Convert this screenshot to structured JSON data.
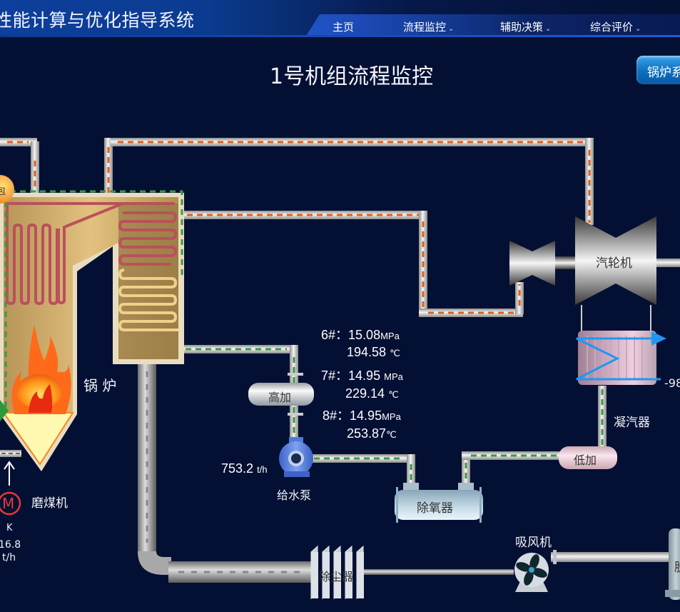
{
  "header": {
    "app_title": "性能计算与优化指导系统",
    "nav": [
      {
        "label": "主页",
        "has_dropdown": false,
        "active": true
      },
      {
        "label": "流程监控",
        "has_dropdown": true
      },
      {
        "label": "辅助决策",
        "has_dropdown": true
      },
      {
        "label": "综合评价",
        "has_dropdown": true
      }
    ],
    "dropdown_glyph": "⌄"
  },
  "page": {
    "title": "1号机组流程监控",
    "system_button": "锅炉系"
  },
  "equipment": {
    "drum": "包",
    "boiler": "锅 炉",
    "turbine": "汽轮机",
    "condenser": "凝汽器",
    "hp_heater": "高加",
    "lp_heater": "低加",
    "deaerator": "除氧器",
    "feed_pump": "给水泵",
    "dust_collector": "除尘器",
    "id_fan": "吸风机",
    "desulfur_tower": "脱",
    "coal_mill": "磨煤机",
    "motor_symbol": "M"
  },
  "readings": {
    "heaters": [
      {
        "label": "6#：",
        "pressure": "15.08",
        "pressure_unit": "MPa",
        "temperature": "194.58",
        "temp_unit": "℃"
      },
      {
        "label": "7#：",
        "pressure": "14.95",
        "pressure_unit": "MPa",
        "temperature": "229.14",
        "temp_unit": "℃"
      },
      {
        "label": "8#：",
        "pressure": "14.95",
        "pressure_unit": "MPa",
        "temperature": "253.87",
        "temp_unit": "℃"
      }
    ],
    "feed_water_flow": {
      "value": "753.2",
      "unit": "t/h"
    },
    "coal_mill": {
      "name": "K",
      "value": "16.8",
      "unit": "t/h"
    },
    "condenser_vacuum": "-98"
  },
  "colors": {
    "background": "#041033",
    "steam_dash": "#e0601a",
    "water_dash": "#3a9a45",
    "accent_blue": "#2196f3"
  }
}
